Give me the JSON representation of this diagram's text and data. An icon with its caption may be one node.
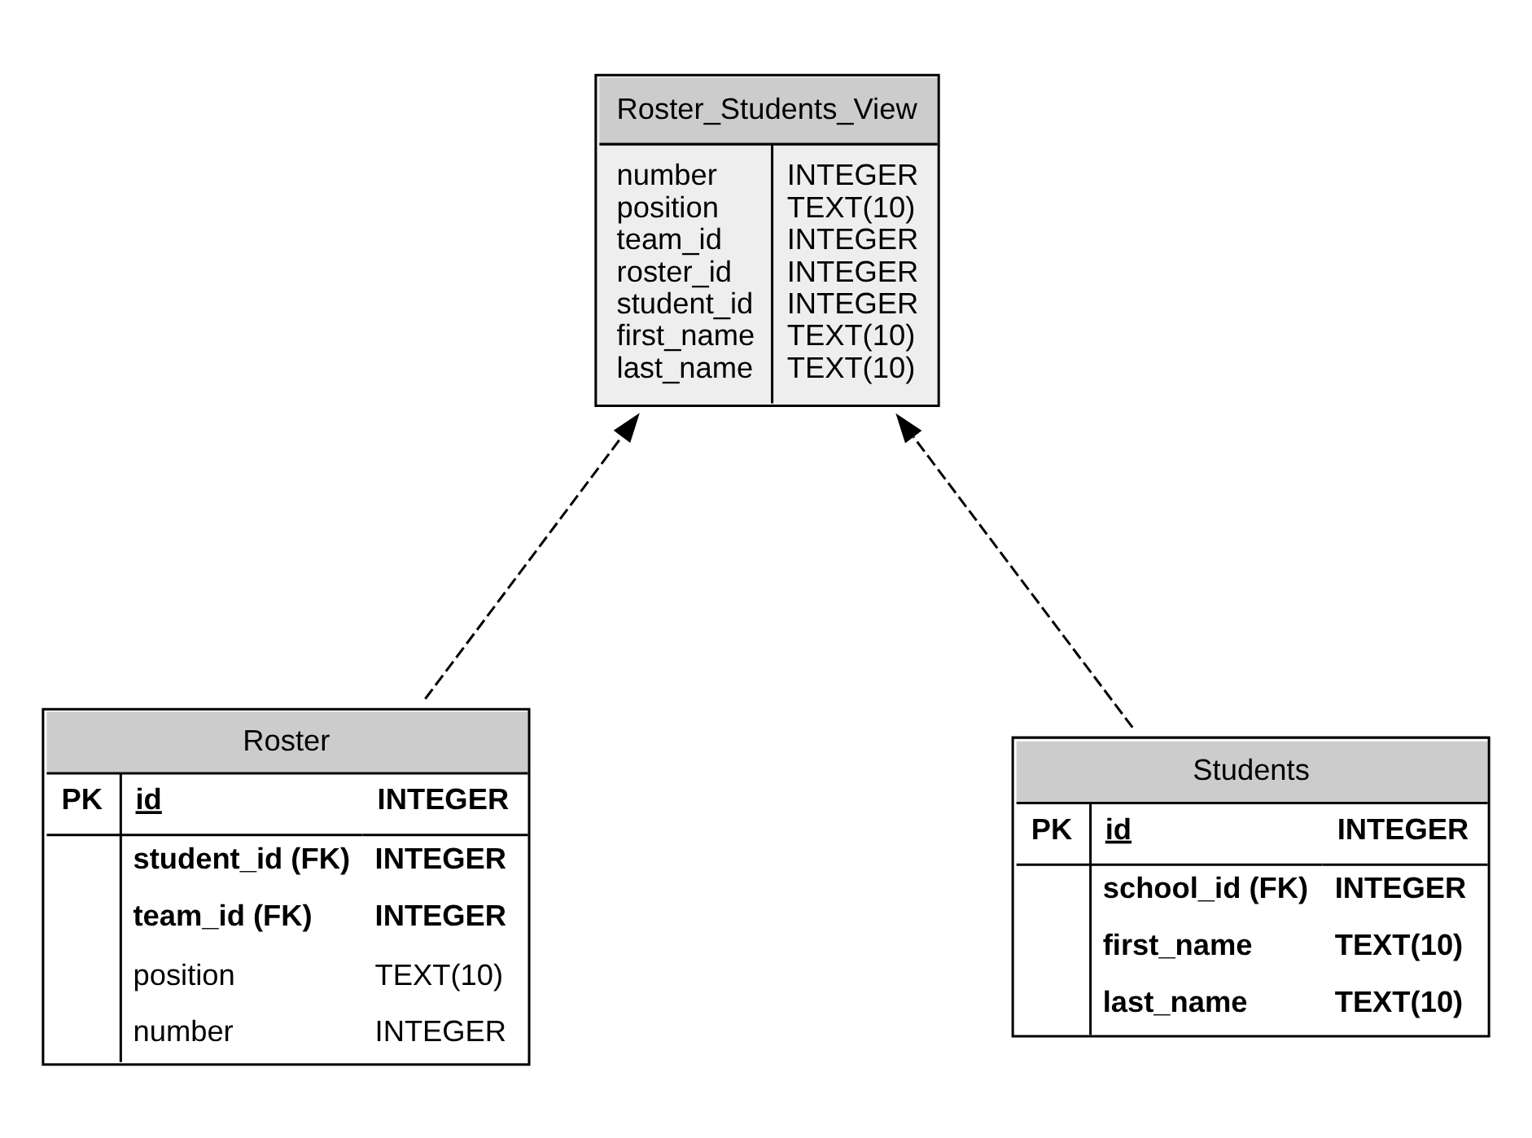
{
  "diagram": {
    "nodes": [
      {
        "text": [
          "Roster_Students_View",
          "number",
          "INTEGER",
          "position",
          "TEXT(10)",
          "team_id",
          "INTEGER",
          "roster_id",
          "INTEGER",
          "student_id",
          "INTEGER",
          "first_name",
          "TEXT(10)",
          "last_name",
          "TEXT(10)"
        ]
      },
      {
        "text": [
          "Roster",
          "PK",
          "id",
          "INTEGER",
          "student_id (FK)",
          "INTEGER",
          "team_id (FK)",
          "INTEGER",
          "position",
          "TEXT(10)",
          "number",
          "INTEGER"
        ]
      },
      {
        "text": [
          "Students",
          "PK",
          "id",
          "INTEGER",
          "school_id (FK)",
          "INTEGER",
          "first_name",
          "TEXT(10)",
          "last_name",
          "TEXT(10)"
        ]
      }
    ],
    "edges": [
      {
        "from": 1,
        "to": 0,
        "arrow": "to",
        "style": "dashed"
      },
      {
        "from": 2,
        "to": 0,
        "arrow": "to",
        "style": "dashed"
      }
    ]
  }
}
